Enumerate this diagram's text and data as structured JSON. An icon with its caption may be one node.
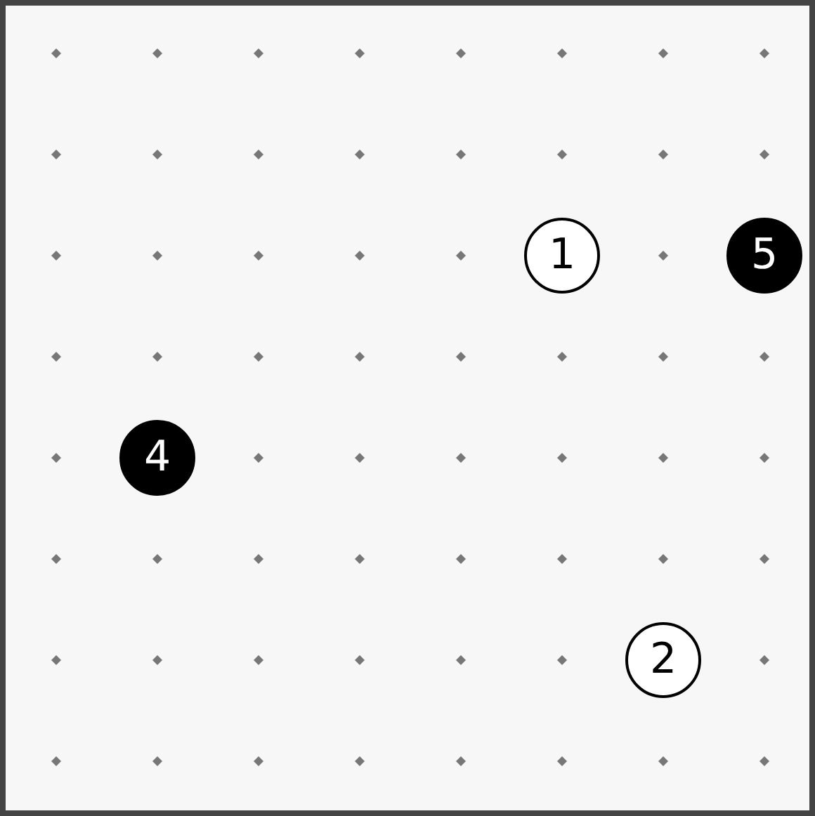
{
  "diagram": {
    "nodes": [
      {
        "text": [
          "1"
        ]
      },
      {
        "text": [
          "5"
        ]
      },
      {
        "text": [
          "4"
        ]
      },
      {
        "text": [
          "2"
        ]
      }
    ]
  }
}
